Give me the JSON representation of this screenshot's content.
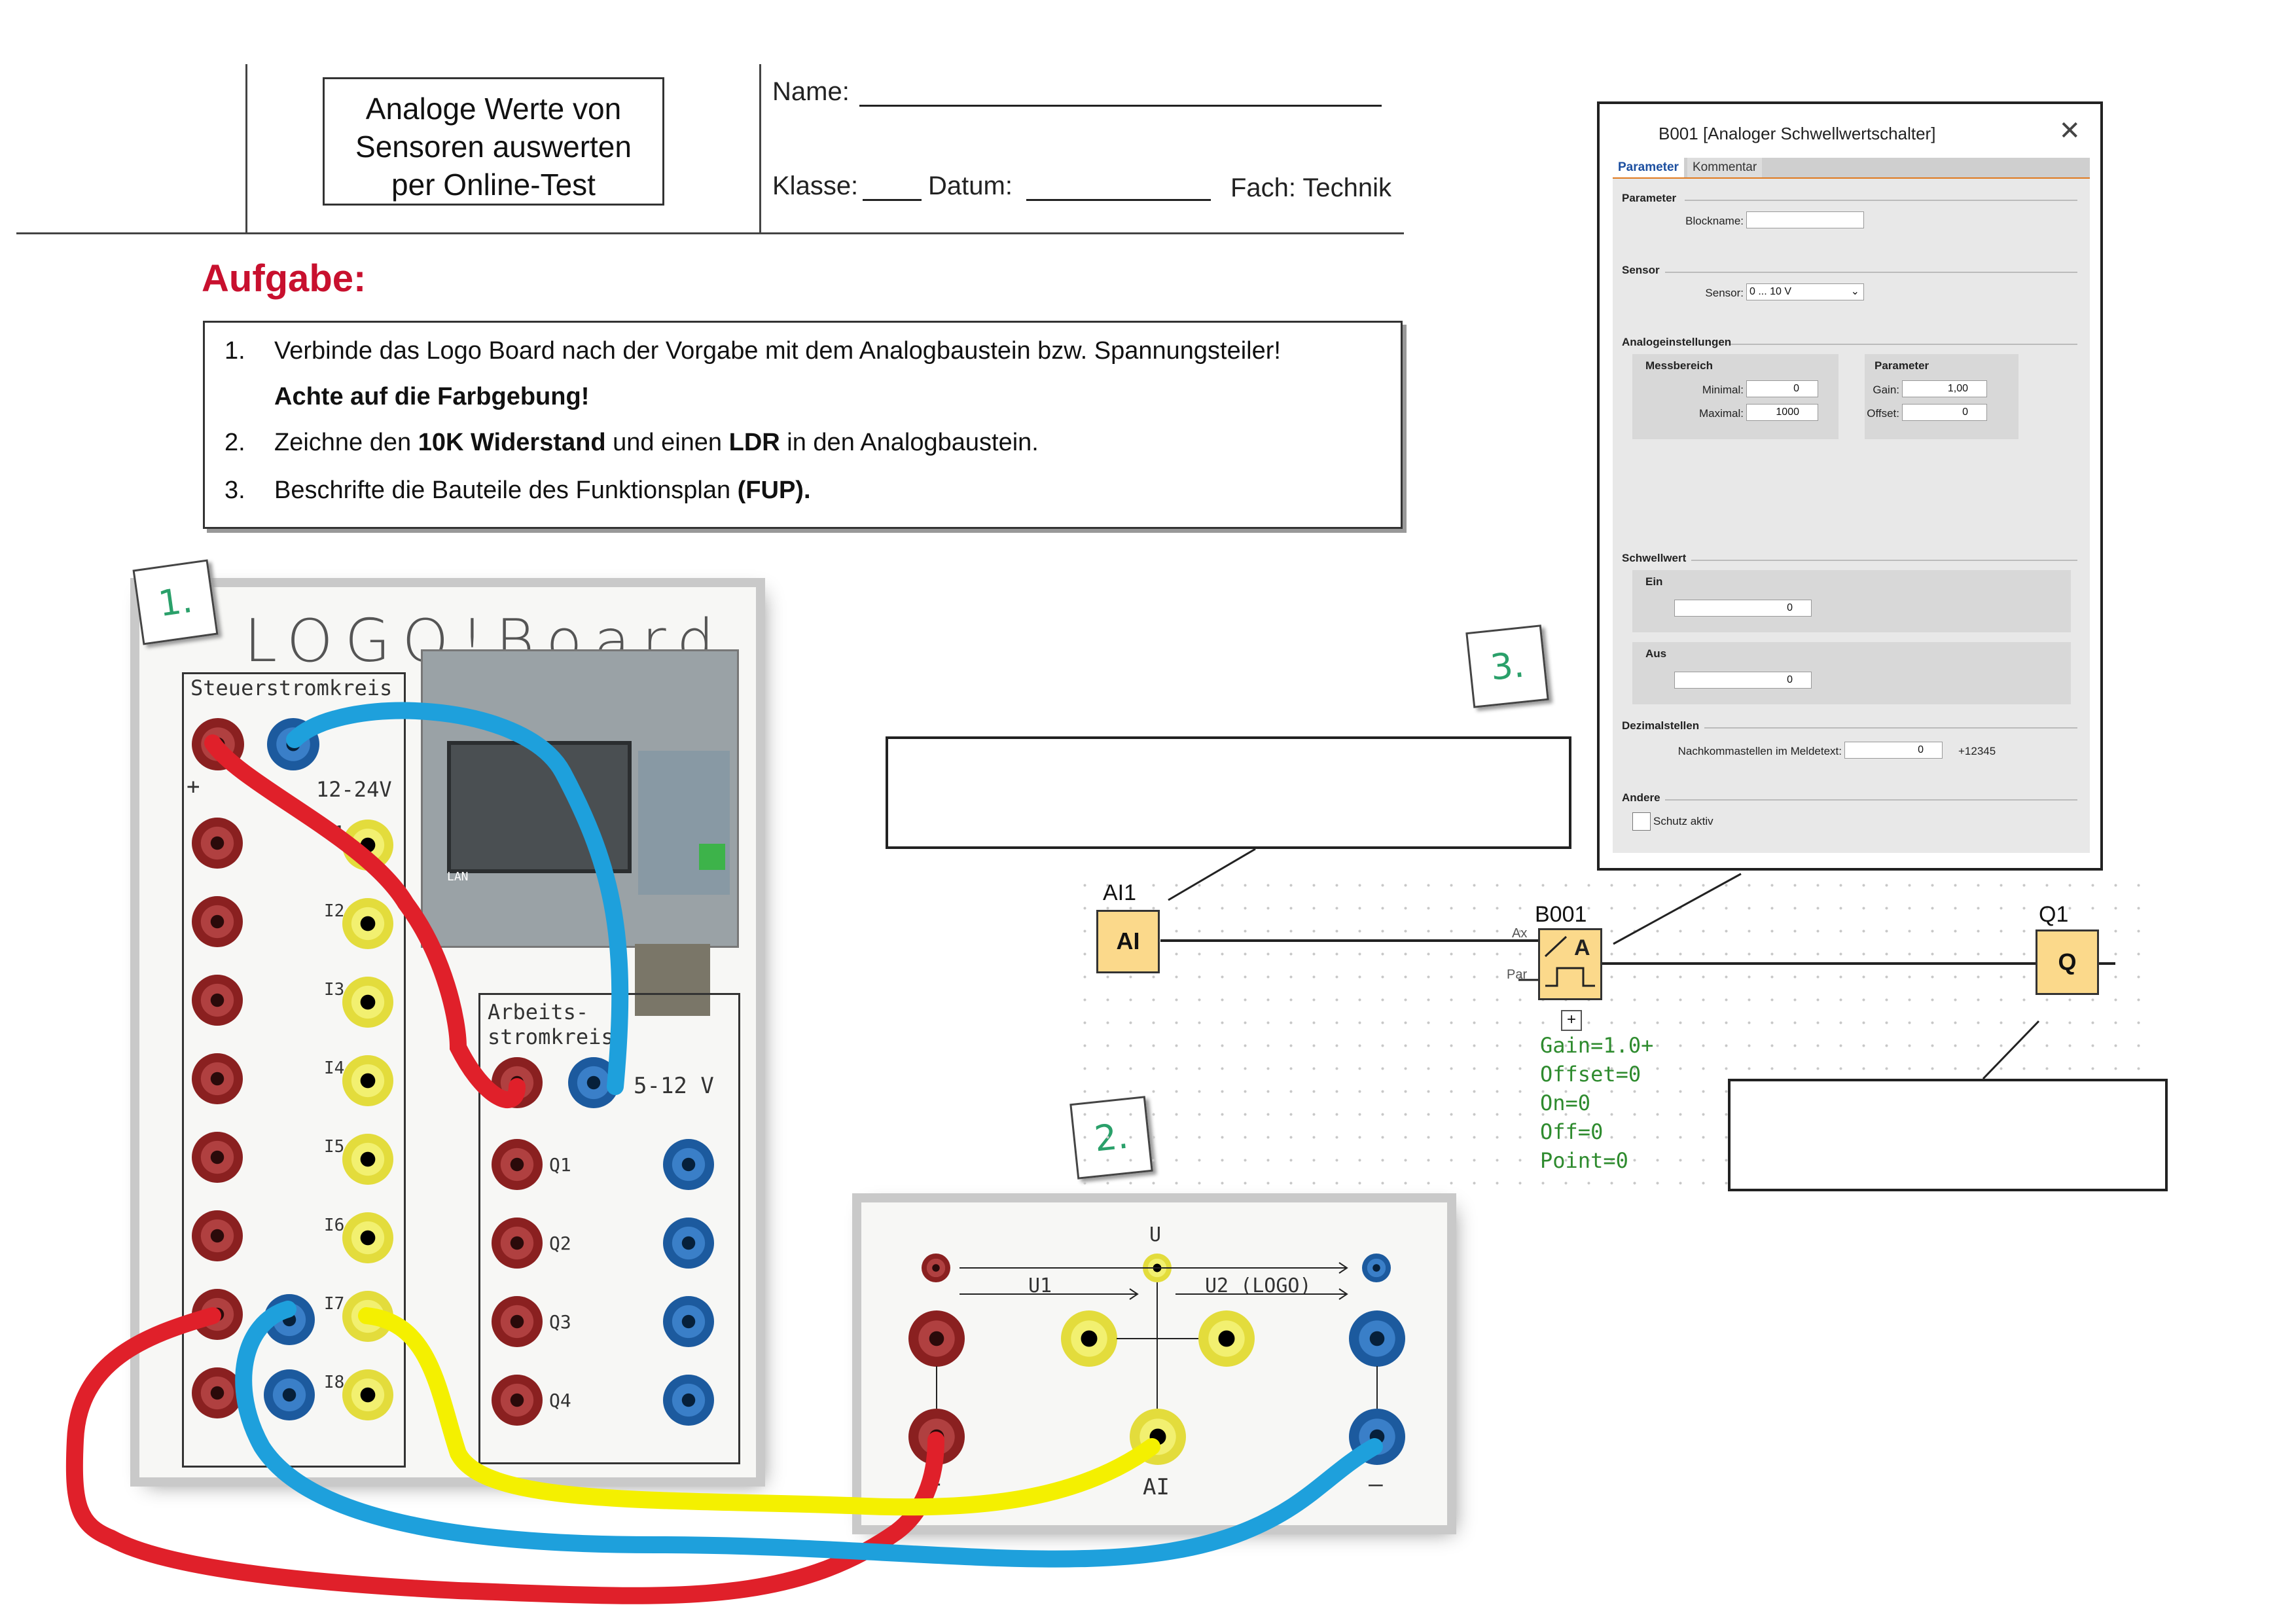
{
  "header": {
    "title_lines": [
      "Analoge Werte von",
      "Sensoren auswerten",
      "per Online-Test"
    ],
    "name_label": "Name:",
    "klasse_label": "Klasse:",
    "datum_label": "Datum:",
    "fach_label": "Fach: Technik"
  },
  "aufgabe": {
    "heading": "Aufgabe:",
    "tasks": [
      {
        "num": "1.",
        "text": "Verbinde das Logo Board nach der Vorgabe mit dem Analogbaustein bzw. Spannungsteiler!",
        "bold_line": "Achte auf die Farbgebung!"
      },
      {
        "num": "2.",
        "pre": "Zeichne den ",
        "b1": "10K Widerstand",
        "mid": " und einen ",
        "b2": "LDR",
        "post": " in den Analogbaustein."
      },
      {
        "num": "3.",
        "pre": "Beschrifte die Bauteile des Funktionsplan ",
        "b1": "(FUP)."
      }
    ]
  },
  "tags": {
    "one": "1.",
    "two": "2.",
    "three": "3."
  },
  "logo_board": {
    "title": "LOGO!Board",
    "steuer": "Steuerstromkreis",
    "plus": "+",
    "minus": "–",
    "voltage1": "12-24V",
    "inputs": [
      "I1",
      "I2",
      "I3",
      "I4",
      "I5",
      "I6",
      "I7",
      "I8"
    ],
    "arbeits_line1": "Arbeits-",
    "arbeits_line2": "stromkreis",
    "voltage2": "5-12 V",
    "outputs": [
      "Q1",
      "Q2",
      "Q3",
      "Q4"
    ],
    "lan": "LAN"
  },
  "analog_board": {
    "u": "U",
    "u1": "U1",
    "u2": "U2 (LOGO)",
    "plus": "+",
    "ai": "AI",
    "minus": "–"
  },
  "dialog": {
    "title": "B001 [Analoger Schwellwertschalter]",
    "close": "✕",
    "tabs": [
      "Parameter",
      "Kommentar"
    ],
    "parameter_section": "Parameter",
    "blockname_label": "Blockname:",
    "sensor_section": "Sensor",
    "sensor_label": "Sensor:",
    "sensor_value": "0 ... 10 V",
    "analog_section": "Analogeinstellungen",
    "messbereich": "Messbereich",
    "minimal_label": "Minimal:",
    "minimal_value": "0",
    "maximal_label": "Maximal:",
    "maximal_value": "1000",
    "param_sub": "Parameter",
    "gain_label": "Gain:",
    "gain_value": "1,00",
    "offset_label": "Offset:",
    "offset_value": "0",
    "schwellwert_section": "Schwellwert",
    "ein_label": "Ein",
    "ein_value": "0",
    "aus_label": "Aus",
    "aus_value": "0",
    "dezimal_section": "Dezimalstellen",
    "nachkomma_label": "Nachkommastellen im Meldetext:",
    "nachkomma_value": "0",
    "preview": "+12345",
    "andere_section": "Andere",
    "schutz_label": "Schutz aktiv"
  },
  "fup": {
    "ai1_label": "AI1",
    "ai_block": "AI",
    "b001_label": "B001",
    "ax": "Ax",
    "par": "Par",
    "q1_label": "Q1",
    "q_block": "Q",
    "expand": "+",
    "params": [
      "Gain=1.0+",
      "Offset=0",
      "On=0",
      "Off=0",
      "Point=0"
    ]
  },
  "colors": {
    "red_wire": "#e0202a",
    "blue_wire": "#1ea0dc",
    "yellow_wire": "#f4f000",
    "heading_red": "#c8102e",
    "block_fill": "#fbd98b",
    "param_green": "#2e8b2e"
  }
}
